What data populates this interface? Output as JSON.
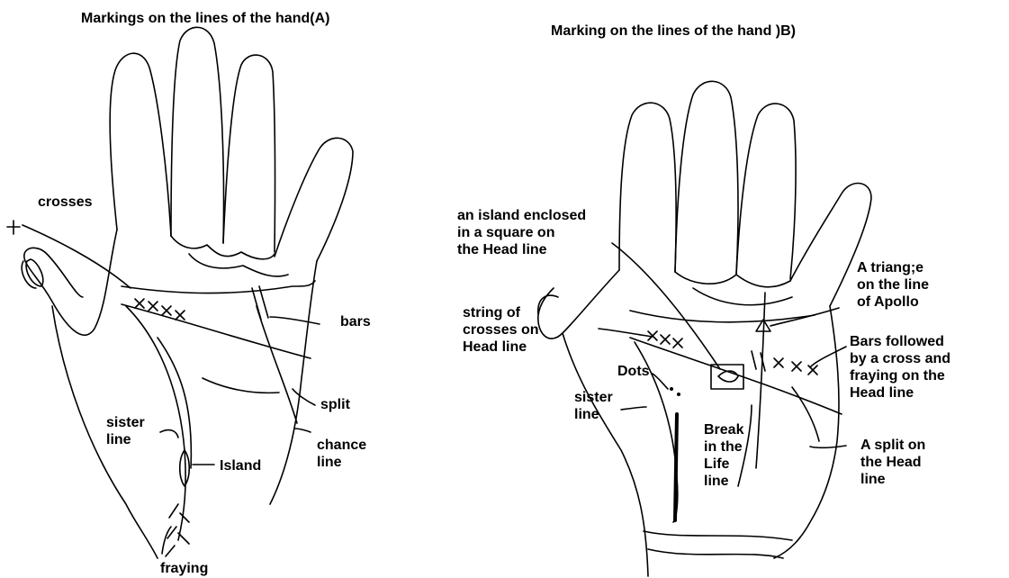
{
  "panel_a": {
    "title": "Markings on the lines of the hand(A)",
    "labels": {
      "crosses": "crosses",
      "bars": "bars",
      "split": "split",
      "sister_line": "sister\nline",
      "chance_line": "chance\nline",
      "island": "Island",
      "fraying": "fraying"
    }
  },
  "panel_b": {
    "title": "Marking on the lines of the hand )B)",
    "labels": {
      "island_square": "an island enclosed\nin a square on\nthe Head line",
      "triangle": "A triang;e\non the line\nof Apollo",
      "string_crosses": "string of\ncrosses on\nHead line",
      "bars_cross": "Bars followed\nby a cross and\nfraying on the\nHead line",
      "dots": "Dots",
      "sister_line": "sister\nline",
      "break_life": "Break\nin the\nLife\nline",
      "split_head": "A split on\nthe Head\nline"
    }
  }
}
